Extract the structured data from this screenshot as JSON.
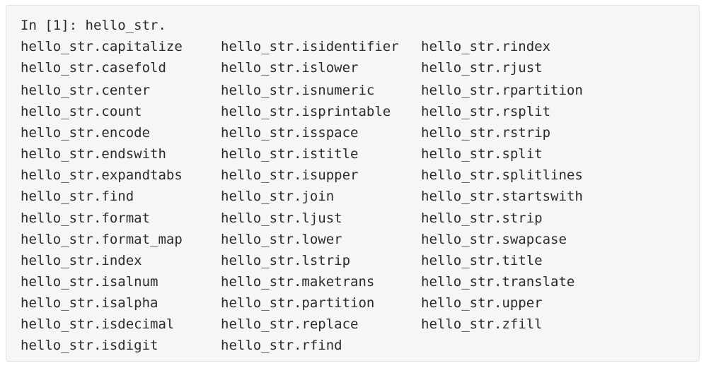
{
  "prompt": {
    "label": "In [1]:",
    "input": "hello_str."
  },
  "completions": {
    "columns": [
      [
        "hello_str.capitalize",
        "hello_str.casefold",
        "hello_str.center",
        "hello_str.count",
        "hello_str.encode",
        "hello_str.endswith",
        "hello_str.expandtabs",
        "hello_str.find",
        "hello_str.format",
        "hello_str.format_map",
        "hello_str.index",
        "hello_str.isalnum",
        "hello_str.isalpha",
        "hello_str.isdecimal",
        "hello_str.isdigit"
      ],
      [
        "hello_str.isidentifier",
        "hello_str.islower",
        "hello_str.isnumeric",
        "hello_str.isprintable",
        "hello_str.isspace",
        "hello_str.istitle",
        "hello_str.isupper",
        "hello_str.join",
        "hello_str.ljust",
        "hello_str.lower",
        "hello_str.lstrip",
        "hello_str.maketrans",
        "hello_str.partition",
        "hello_str.replace",
        "hello_str.rfind"
      ],
      [
        "hello_str.rindex",
        "hello_str.rjust",
        "hello_str.rpartition",
        "hello_str.rsplit",
        "hello_str.rstrip",
        "hello_str.split",
        "hello_str.splitlines",
        "hello_str.startswith",
        "hello_str.strip",
        "hello_str.swapcase",
        "hello_str.title",
        "hello_str.translate",
        "hello_str.upper",
        "hello_str.zfill"
      ]
    ]
  }
}
